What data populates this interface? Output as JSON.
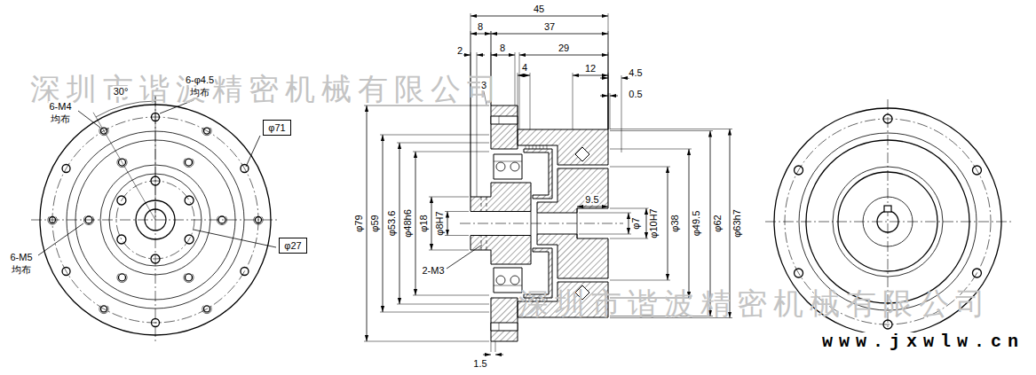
{
  "diagram": {
    "nodes": [
      {
        "text": [
          "φ71"
        ]
      },
      {
        "text": [
          "φ27"
        ]
      }
    ],
    "labels": [
      "深圳市谐波精密机械有限公司",
      "30°",
      "6-M4",
      "均布",
      "6-φ4.5",
      "均布",
      "6-M5",
      "均布",
      "45",
      "8",
      "37",
      "2",
      "8",
      "29",
      "4",
      "12",
      "4.5",
      "3",
      "0.5",
      "φ79",
      "φ59",
      "φ53.6",
      "φ48h6",
      "φ18",
      "φ8H7",
      "2-M3",
      "9.5",
      "φ7",
      "φ10H7",
      "φ38",
      "φ49.5",
      "φ62",
      "φ63h7",
      "1.5",
      "深圳市谐波精密机械有限公司",
      "www.jxwlw.cn"
    ]
  }
}
